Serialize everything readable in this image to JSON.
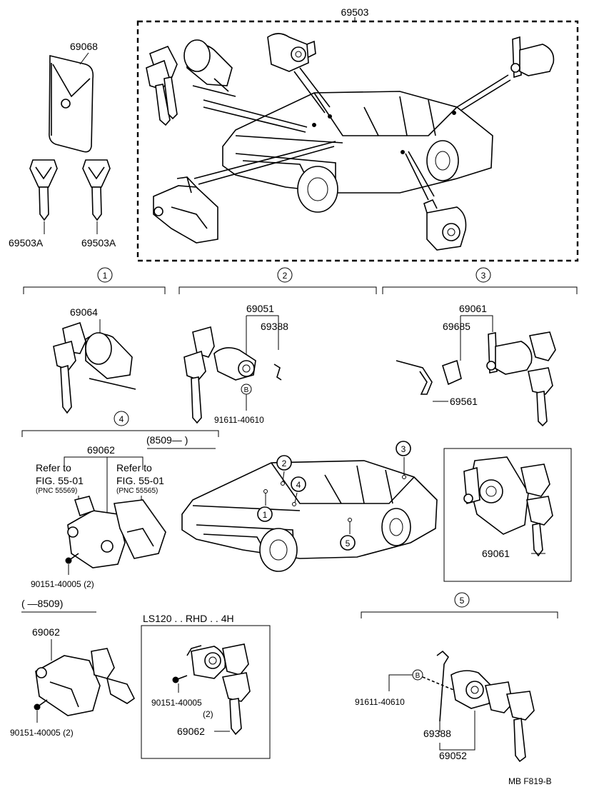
{
  "diagram": {
    "top": {
      "assembly_label": "69503",
      "key_case_label": "69068",
      "key_left_label": "69503A",
      "key_right_label": "69503A"
    },
    "groups": {
      "g1": {
        "marker": "1",
        "part": "69064"
      },
      "g2": {
        "marker": "2",
        "part_a": "69051",
        "part_b": "69388",
        "bolt": "B",
        "bolt_part": "91611-40610"
      },
      "g3": {
        "marker": "3",
        "part_a": "69061",
        "part_b": "69685",
        "part_c": "69561"
      },
      "g4": {
        "marker": "4",
        "part": "69062",
        "date_range": "(8509—    )",
        "ref1_line1": "Refer to",
        "ref1_line2": "FIG. 55-01",
        "ref1_line3": "(PNC 55569)",
        "ref2_line1": "Refer to",
        "ref2_line2": "FIG. 55-01",
        "ref2_line3": "(PNC 55565)",
        "screw": "90151-40005 (2)"
      },
      "g5": {
        "marker": "5",
        "bolt": "B",
        "bolt_part": "91611-40610",
        "part_a": "69388",
        "part_b": "69052"
      }
    },
    "car_markers": [
      "1",
      "2",
      "3",
      "4",
      "5"
    ],
    "right_box": {
      "part": "69061"
    },
    "lower_left": {
      "date_range": "(     —8509)",
      "part": "69062",
      "screw": "90151-40005 (2)"
    },
    "ls120": {
      "title": "LS120 . . RHD . . 4H",
      "screw_line1": "90151-40005",
      "screw_line2": "(2)",
      "part": "69062"
    },
    "footer": {
      "code": "MB  F819-B"
    }
  }
}
